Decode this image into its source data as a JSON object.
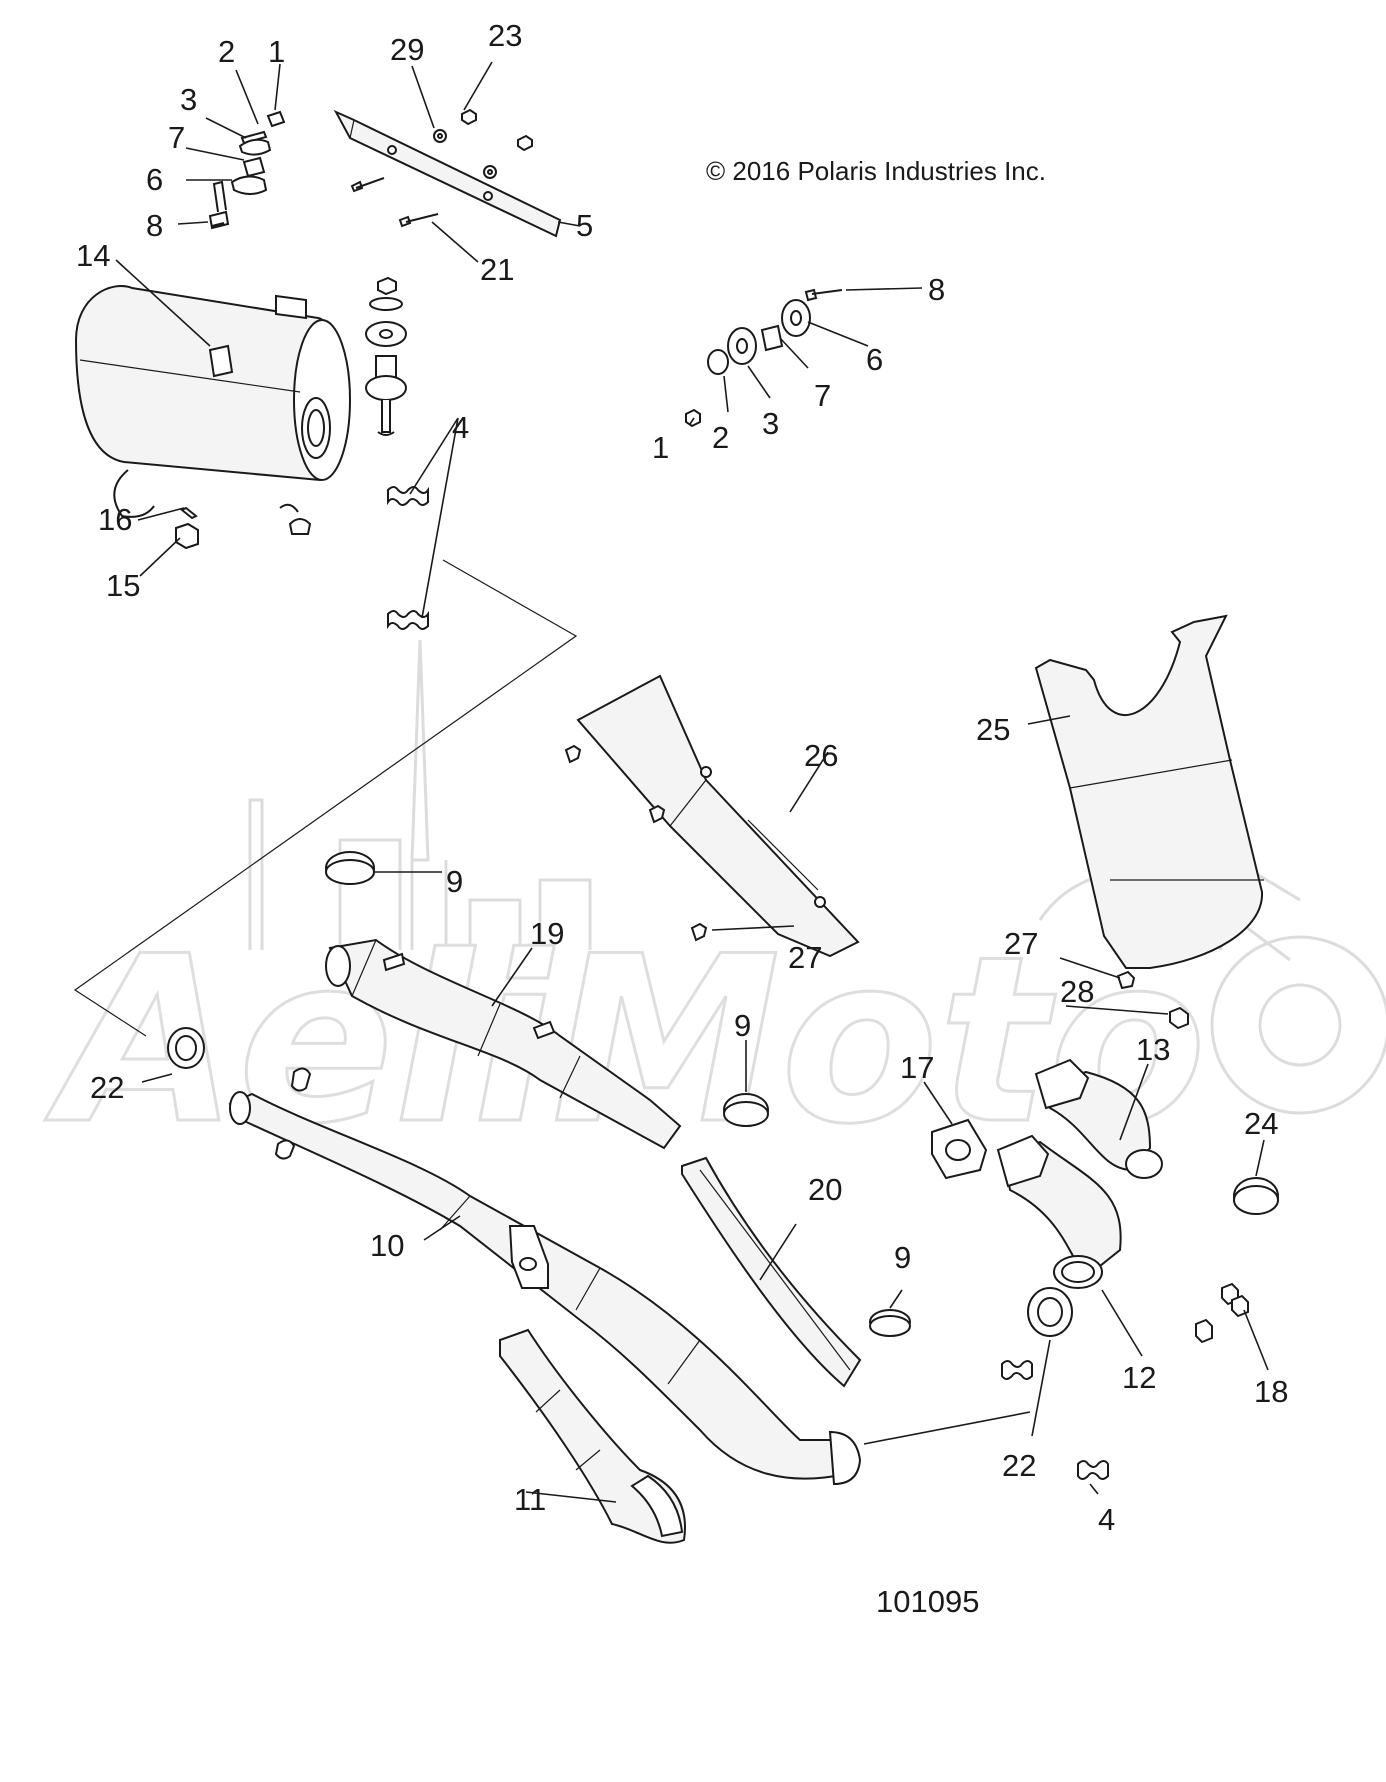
{
  "copyright": "© 2016 Polaris Industries Inc.",
  "figure_number": "101095",
  "watermark_text": "AeliMoto",
  "callouts": [
    {
      "id": "c1a",
      "label": "1"
    },
    {
      "id": "c2a",
      "label": "2"
    },
    {
      "id": "c3a",
      "label": "3"
    },
    {
      "id": "c7a",
      "label": "7"
    },
    {
      "id": "c6a",
      "label": "6"
    },
    {
      "id": "c8a",
      "label": "8"
    },
    {
      "id": "c29",
      "label": "29"
    },
    {
      "id": "c23",
      "label": "23"
    },
    {
      "id": "c5",
      "label": "5"
    },
    {
      "id": "c21",
      "label": "21"
    },
    {
      "id": "c14",
      "label": "14"
    },
    {
      "id": "c4a",
      "label": "4"
    },
    {
      "id": "c16",
      "label": "16"
    },
    {
      "id": "c15",
      "label": "15"
    },
    {
      "id": "c8b",
      "label": "8"
    },
    {
      "id": "c6b",
      "label": "6"
    },
    {
      "id": "c7b",
      "label": "7"
    },
    {
      "id": "c3b",
      "label": "3"
    },
    {
      "id": "c2b",
      "label": "2"
    },
    {
      "id": "c1b",
      "label": "1"
    },
    {
      "id": "c25",
      "label": "25"
    },
    {
      "id": "c26",
      "label": "26"
    },
    {
      "id": "c9a",
      "label": "9"
    },
    {
      "id": "c19",
      "label": "19"
    },
    {
      "id": "c27a",
      "label": "27"
    },
    {
      "id": "c27b",
      "label": "27"
    },
    {
      "id": "c28",
      "label": "28"
    },
    {
      "id": "c22a",
      "label": "22"
    },
    {
      "id": "c9b",
      "label": "9"
    },
    {
      "id": "c17",
      "label": "17"
    },
    {
      "id": "c13",
      "label": "13"
    },
    {
      "id": "c24",
      "label": "24"
    },
    {
      "id": "c10",
      "label": "10"
    },
    {
      "id": "c20",
      "label": "20"
    },
    {
      "id": "c9c",
      "label": "9"
    },
    {
      "id": "c12",
      "label": "12"
    },
    {
      "id": "c18",
      "label": "18"
    },
    {
      "id": "c22b",
      "label": "22"
    },
    {
      "id": "c4b",
      "label": "4"
    },
    {
      "id": "c11",
      "label": "11"
    }
  ],
  "colors": {
    "line": "#1a1a1a",
    "background": "#ffffff",
    "watermark": "#dedede"
  }
}
